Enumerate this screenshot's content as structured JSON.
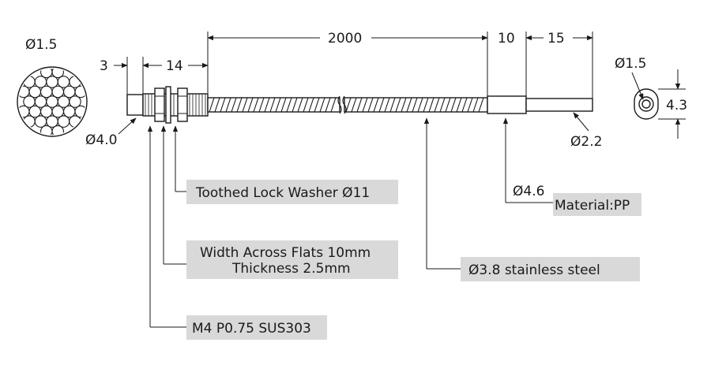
{
  "dimensions": {
    "fiber_dia_left": "Ø1.5",
    "thread_length": "3",
    "head_length": "14",
    "total_length": "2000",
    "sleeve_length": "10",
    "tip_length": "15",
    "tip_diameter": "Ø1.5",
    "end_diameter": "4.3",
    "head_diameter": "Ø4.0",
    "tip_outer_diameter": "Ø2.2",
    "sleeve_diameter": "Ø4.6"
  },
  "callouts": {
    "washer": "Toothed Lock Washer Ø11",
    "nut_width": "Width Across Flats 10mm",
    "nut_thickness": "Thickness 2.5mm",
    "thread": "M4 P0.75 SUS303",
    "sheath": "Ø3.8 stainless steel",
    "material": "Material:PP"
  },
  "colors": {
    "label_box": "#d9d9d9",
    "line": "#1a1a1a",
    "background": "#ffffff"
  }
}
